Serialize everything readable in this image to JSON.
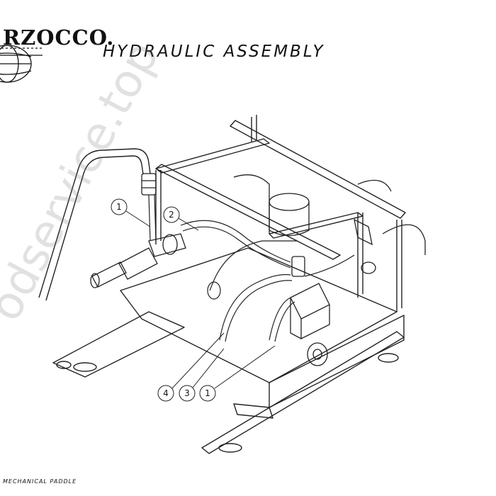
{
  "logo": {
    "text": "RZOCCO."
  },
  "title": "HYDRAULIC ASSEMBLY",
  "footer": "MECHANICAL PADDLE",
  "watermark": "odservice.top",
  "callouts": [
    {
      "label": "1"
    },
    {
      "label": "2"
    },
    {
      "label": "4"
    },
    {
      "label": "3"
    },
    {
      "label": "1"
    }
  ]
}
